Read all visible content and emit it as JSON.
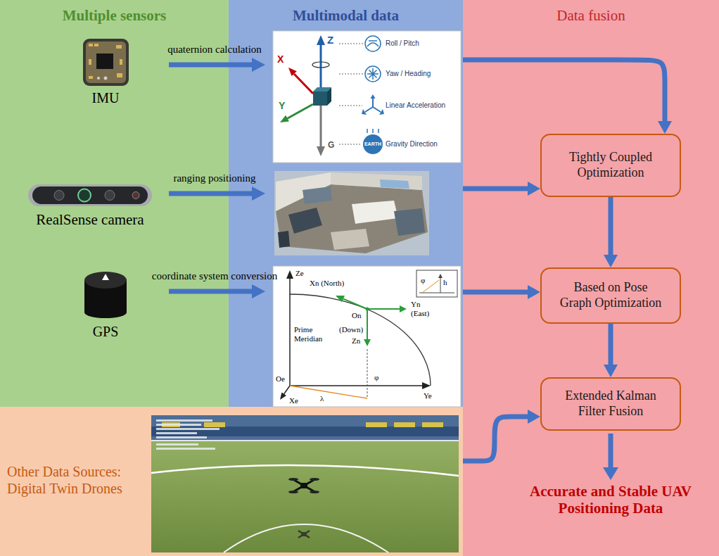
{
  "diagram": {
    "nodes": [
      {
        "text": [
          "Multiple sensors"
        ]
      },
      {
        "text": [
          "Multimodal data"
        ]
      },
      {
        "text": [
          "Data fusion"
        ]
      },
      {
        "text": [
          "Tightly Coupled Optimization"
        ],
        "in": 2
      },
      {
        "text": [
          "Based on Pose Graph Optimization"
        ],
        "in": 2
      },
      {
        "text": [
          "Extended Kalman Filter Fusion"
        ],
        "in": 2
      },
      {
        "text": [
          "Other Data Sources: Digital Twin Drones"
        ]
      }
    ],
    "edges": [
      {
        "from": 1,
        "to": 3,
        "arrow": "to"
      },
      {
        "from": 1,
        "to": 3,
        "arrow": "to"
      },
      {
        "from": 1,
        "to": 4,
        "arrow": "to"
      },
      {
        "from": 3,
        "to": 4,
        "arrow": "to"
      },
      {
        "from": 4,
        "to": 5,
        "arrow": "to"
      },
      {
        "from": 6,
        "to": 5,
        "arrow": "to"
      }
    ],
    "labels": [
      "IMU",
      "quaternion calculation",
      "RealSense camera",
      "ranging positioning",
      "GPS",
      "coordinate system conversion",
      "Z",
      "X",
      "Y",
      "G",
      "Roll / Pitch",
      "Yaw / Heading",
      "Linear Acceleration",
      "Gravity Direction",
      "EARTH",
      "Ze",
      "Xn (North)",
      "h",
      "φ",
      "Prime Meridian",
      "On",
      "Yn (East)",
      "(Down)",
      "Zn",
      "Oe",
      "φ",
      "Ye",
      "Xe",
      "λ",
      "Accurate and Stable UAV Positioning Data"
    ]
  }
}
